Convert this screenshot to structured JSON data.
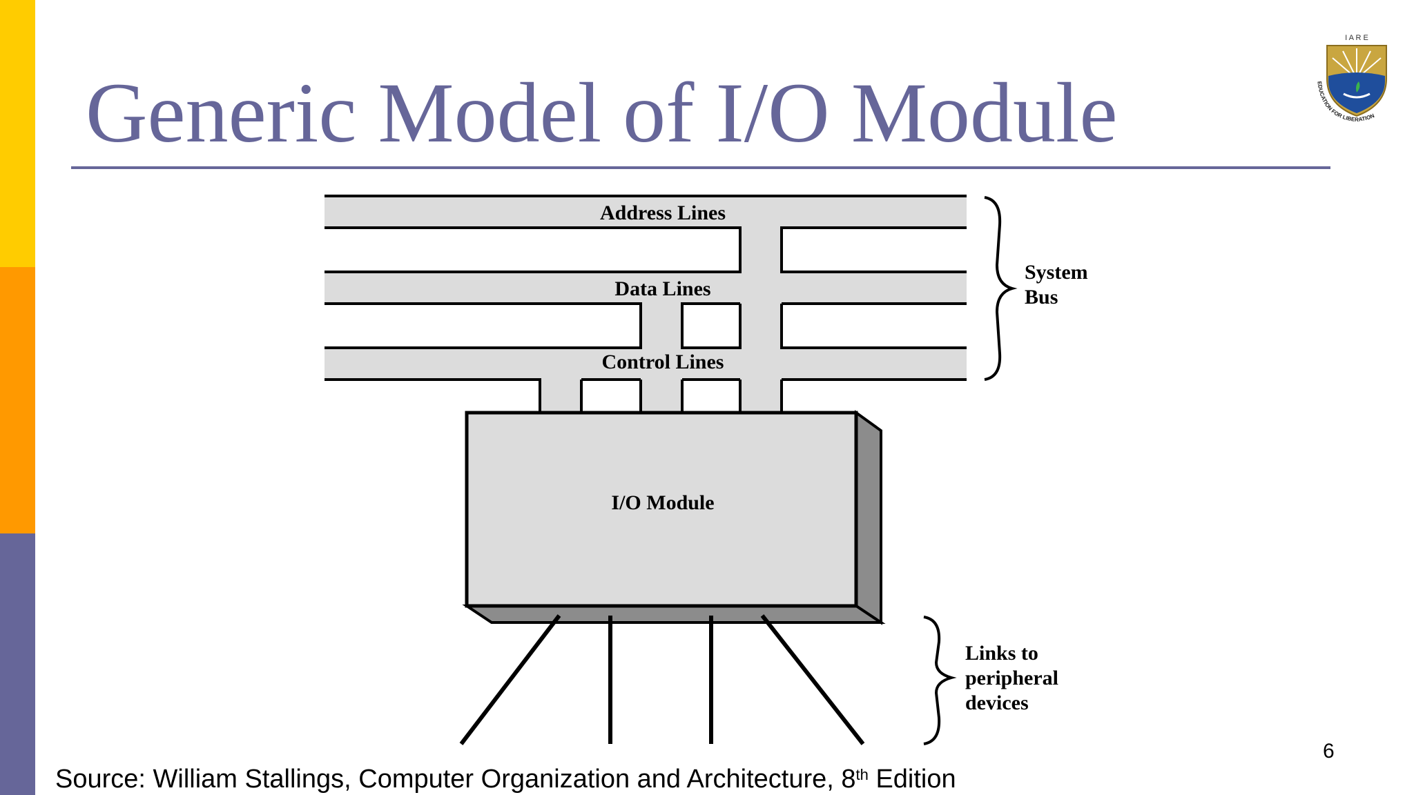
{
  "slide": {
    "title": "Generic Model of I/O Module",
    "page_number": "6",
    "logo_text_top": "I A R E",
    "logo_text_arc": "EDUCATION FOR LIBERATION",
    "source_prefix": "Source: William Stallings, Computer Organization and Architecture, 8",
    "source_sup": "th",
    "source_suffix": " Edition",
    "colors": {
      "title": "#666699",
      "bar_yellow": "#ffcc00",
      "bar_orange": "#ff9900",
      "bar_purple": "#666699"
    }
  },
  "diagram": {
    "address_lines": "Address Lines",
    "data_lines": "Data Lines",
    "control_lines": "Control Lines",
    "io_module": "I/O Module",
    "system_bus": [
      "System",
      "Bus"
    ],
    "links": [
      "Links to",
      "peripheral",
      "devices"
    ]
  }
}
